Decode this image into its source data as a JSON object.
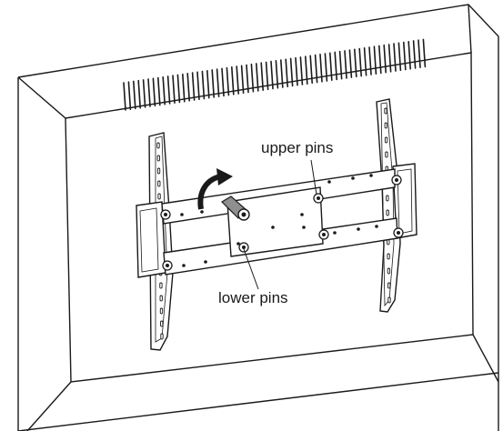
{
  "diagram": {
    "labels": {
      "upper_pins": "upper pins",
      "lower_pins": "lower pins"
    },
    "colors": {
      "line": "#1a1a1a",
      "wall_face": "#ffffff",
      "bracket_fill": "#ffffff",
      "arrow": "#1a1a1a",
      "handle": "#8f8f8f"
    },
    "parts": [
      "wall",
      "vent",
      "tv-mount-plate",
      "left-rail",
      "right-rail",
      "pin",
      "rotation-arrow"
    ]
  }
}
